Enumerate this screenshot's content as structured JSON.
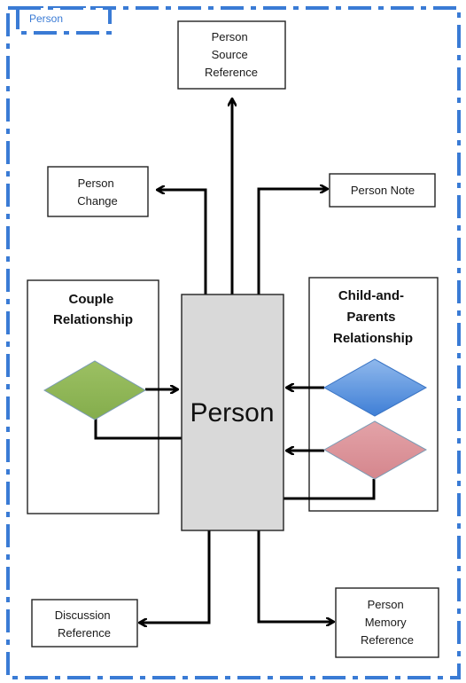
{
  "frame": {
    "label": "Person",
    "border_color": "#3a7bd5"
  },
  "center": {
    "label": "Person",
    "fill": "#d9d9d9"
  },
  "boxes": {
    "person_source_reference": [
      "Person",
      "Source",
      "Reference"
    ],
    "person_change": [
      "Person",
      "Change"
    ],
    "person_note": [
      "Person Note"
    ],
    "discussion_reference": [
      "Discussion",
      "Reference"
    ],
    "person_memory_reference": [
      "Person",
      "Memory",
      "Reference"
    ]
  },
  "couple_relationship": {
    "title": [
      "Couple",
      "Relationship"
    ],
    "diamond_color": "#8db255"
  },
  "child_and_parents_relationship": {
    "title": [
      "Child-and-",
      "Parents",
      "Relationship"
    ],
    "diamond_top_color": "#4a86d8",
    "diamond_bottom_color": "#d98d93"
  }
}
